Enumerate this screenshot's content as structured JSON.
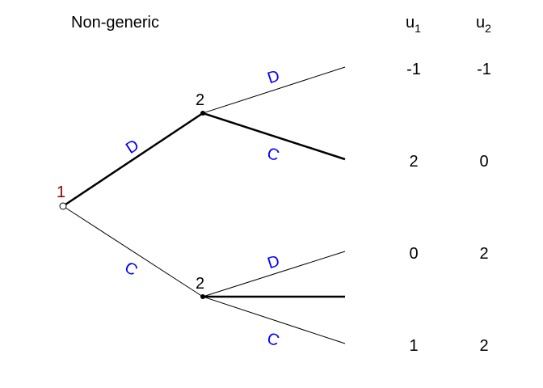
{
  "title": "Non-generic",
  "colors": {
    "line": "#000000",
    "action_label": "#0000ff",
    "player_label": "#000000",
    "root_label": "#8b0000"
  },
  "payoff_headers": {
    "u1_base": "u",
    "u1_sub": "1",
    "u2_base": "u",
    "u2_sub": "2"
  },
  "nodes": {
    "root": {
      "player": "1"
    },
    "upper": {
      "player": "2"
    },
    "lower": {
      "player": "2"
    }
  },
  "actions": {
    "root_to_upper": "D",
    "root_to_lower": "C",
    "upper_to_top": "D",
    "upper_to_second": "C",
    "lower_to_third": "D",
    "lower_to_bottom": "C"
  },
  "payoffs": [
    {
      "u1": "-1",
      "u2": "-1"
    },
    {
      "u1": "2",
      "u2": "0"
    },
    {
      "u1": "0",
      "u2": "2"
    },
    {
      "u1": "1",
      "u2": "2"
    }
  ]
}
